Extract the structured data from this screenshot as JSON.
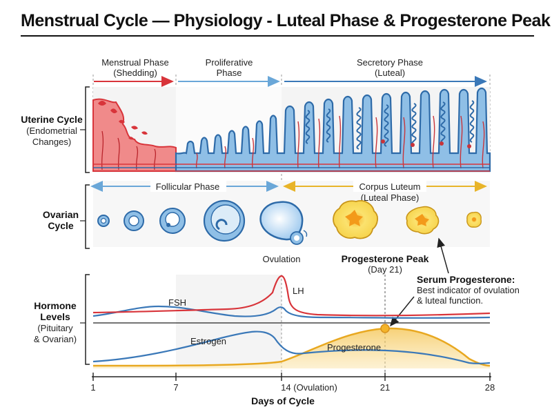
{
  "title": "Menstrual Cycle — Physiology - Luteal Phase & Progesterone Peak",
  "uterine": {
    "row_title": "Uterine Cycle",
    "row_sub1": "(Endometrial",
    "row_sub2": "Changes)",
    "menstrual_line1": "Menstrual Phase",
    "menstrual_line2": "(Shedding)",
    "proliferative_line1": "Proliferative",
    "proliferative_line2": "Phase",
    "secretory_line1": "Secretory Phase",
    "secretory_line2": "(Luteal)"
  },
  "ovarian": {
    "row_title1": "Ovarian",
    "row_title2": "Cycle",
    "follicular": "Follicular Phase",
    "corpus_line1": "Corpus Luteum",
    "corpus_line2": "(Luteal Phase)",
    "ovulation": "Ovulation"
  },
  "hormone": {
    "row_title1": "Hormone",
    "row_title2": "Levels",
    "row_sub1": "(Pituitary",
    "row_sub2": "& Ovarian)",
    "fsh": "FSH",
    "lh": "LH",
    "estrogen": "Estrogen",
    "progesterone": "Progesterone",
    "peak_title": "Progesterone Peak",
    "peak_day": "(Day 21)",
    "serum_title": "Serum Progesterone:",
    "serum_line1": "Best indicator of ovulation",
    "serum_line2": "& luteal function."
  },
  "axis": {
    "ticks": [
      "1",
      "7",
      "14 (Ovulation)",
      "21",
      "28"
    ],
    "title": "Days of Cycle"
  },
  "colors": {
    "red": "#d8343a",
    "blue": "#3a78b8",
    "light_blue": "#8fbfe6",
    "gold": "#e8b429",
    "pink_fill": "#f08a8a"
  }
}
